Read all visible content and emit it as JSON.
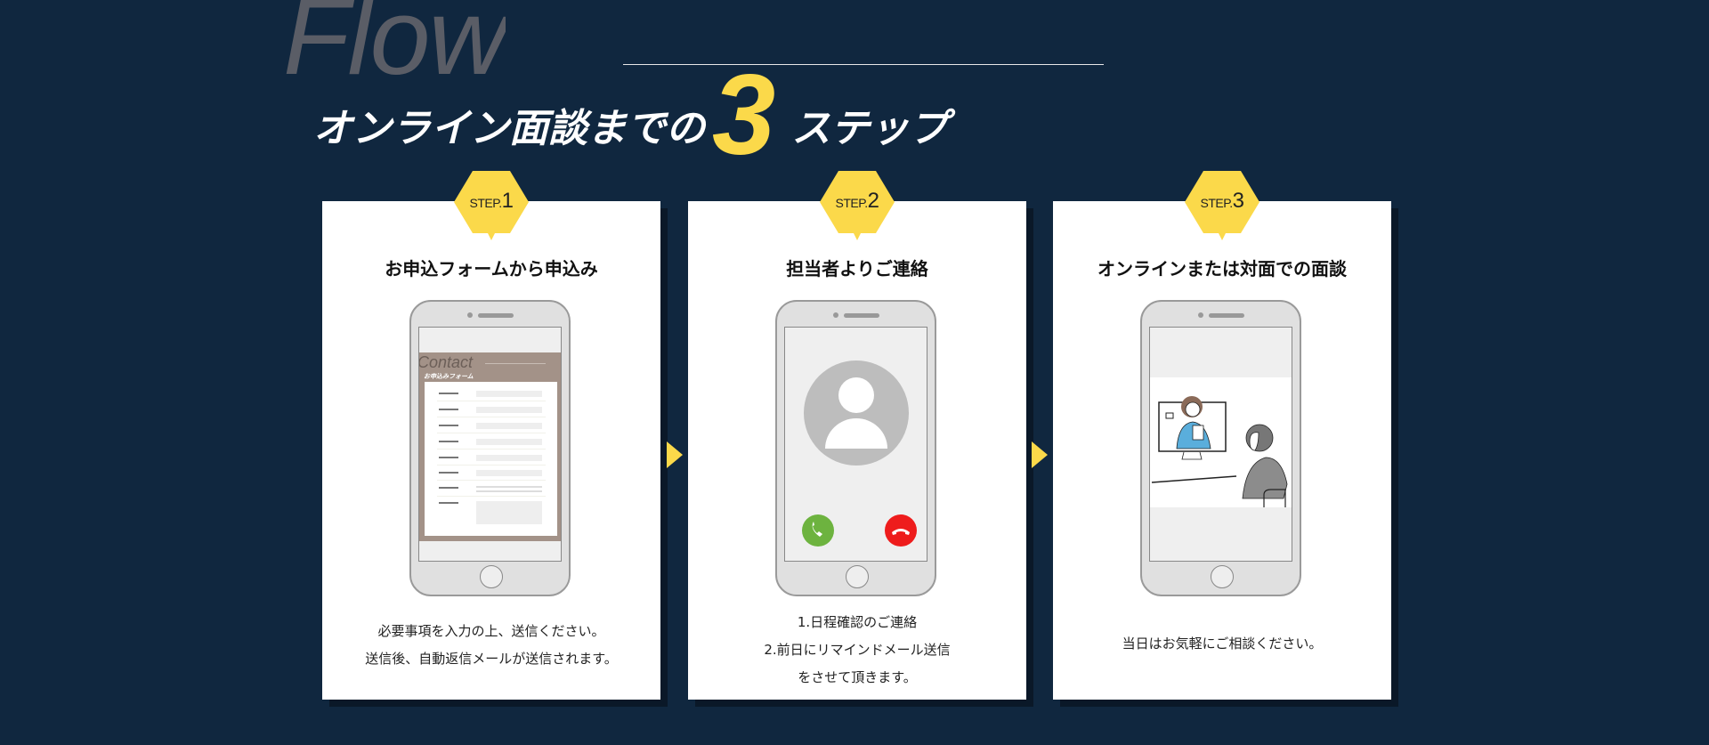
{
  "header": {
    "bg_word": "Flow",
    "title_before": "オンライン面談までの",
    "title_number": "3",
    "title_after": "ステップ"
  },
  "colors": {
    "background": "#10273f",
    "accent": "#fbd94a",
    "accept": "#6db33f",
    "decline": "#ee1c1c"
  },
  "steps": [
    {
      "badge_prefix": "STEP.",
      "badge_num": "1",
      "title": "お申込フォームから申込み",
      "screen": {
        "heading": "Contact",
        "subheading": "お申込みフォーム"
      },
      "desc": [
        "必要事項を入力の上、送信ください。",
        "送信後、自動返信メールが送信されます。"
      ]
    },
    {
      "badge_prefix": "STEP.",
      "badge_num": "2",
      "title": "担当者よりご連絡",
      "desc": [
        "1.日程確認のご連絡",
        "2.前日にリマインドメール送信",
        "をさせて頂きます。"
      ]
    },
    {
      "badge_prefix": "STEP.",
      "badge_num": "3",
      "title": "オンラインまたは対面での面談",
      "desc": [
        "当日はお気軽にご相談ください。"
      ]
    }
  ]
}
